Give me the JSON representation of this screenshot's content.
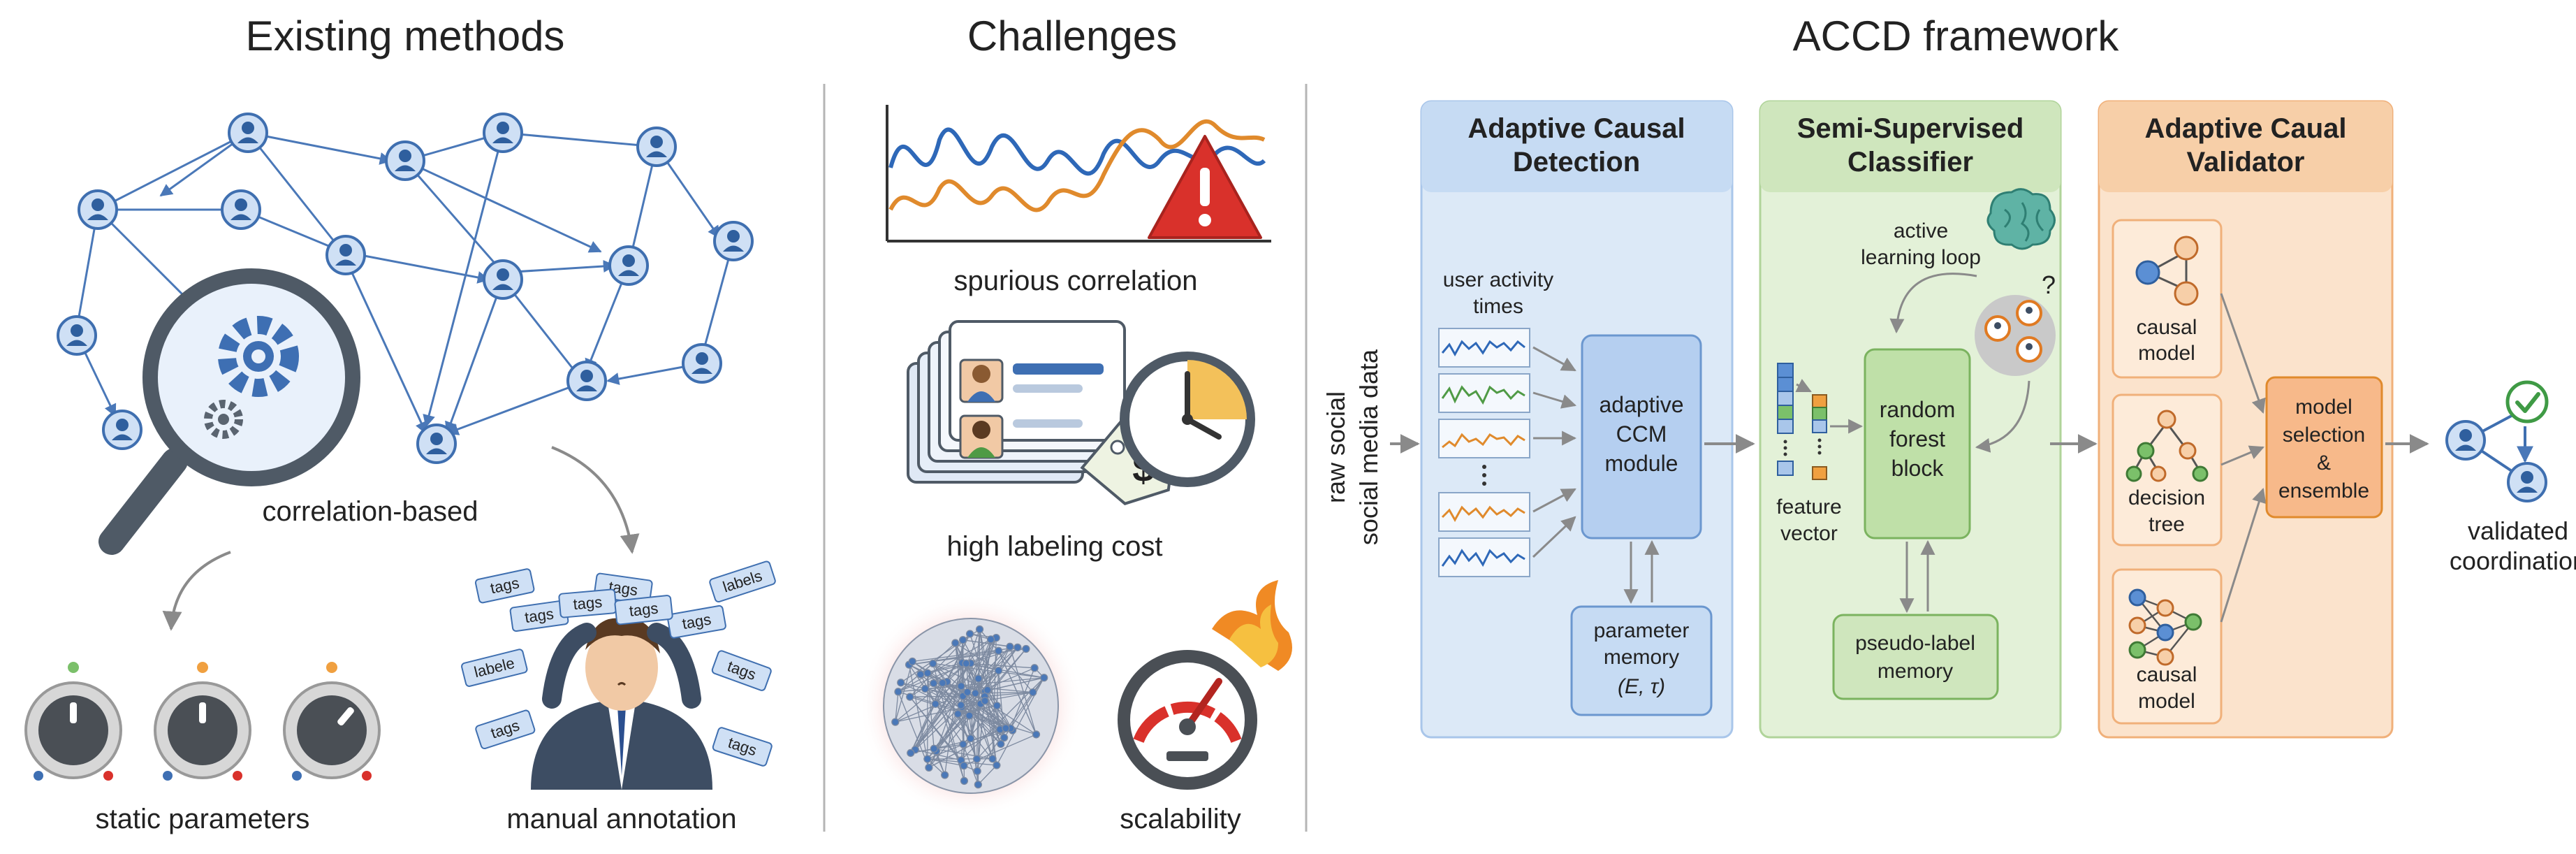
{
  "sections": {
    "existing": {
      "title": "Existing methods",
      "correlation_label": "correlation-based",
      "static_label": "static parameters",
      "manual_label": "manual annotation",
      "tag_words": [
        "tags",
        "tags",
        "tags",
        "tags",
        "tags",
        "labels",
        "tags",
        "tags",
        "labele",
        "tags",
        "tags"
      ]
    },
    "challenges": {
      "title": "Challenges",
      "spurious_label": "spurious correlation",
      "labeling_label": "high labeling cost",
      "scalability_label": "scalability",
      "price_symbol": "$"
    },
    "framework": {
      "title": "ACCD framework",
      "input_label_1": "raw social",
      "input_label_2": "social media data",
      "panel1": {
        "title_1": "Adaptive Causal",
        "title_2": "Detection",
        "activity_1": "user activity",
        "activity_2": "times",
        "ccm_1": "adaptive",
        "ccm_2": "CCM",
        "ccm_3": "module",
        "memory_1": "parameter",
        "memory_2": "memory",
        "memory_3": "(E, τ)"
      },
      "panel2": {
        "title_1": "Semi-Supervised",
        "title_2": "Classifier",
        "loop_1": "active",
        "loop_2": "learning loop",
        "question": "?",
        "feature_1": "feature",
        "feature_2": "vector",
        "rf_1": "random",
        "rf_2": "forest",
        "rf_3": "block",
        "pseudo_1": "pseudo-label",
        "pseudo_2": "memory"
      },
      "panel3": {
        "title_1": "Adaptive Caual",
        "title_2": "Validator",
        "model1_1": "causal",
        "model1_2": "model",
        "model2_1": "decision",
        "model2_2": "tree",
        "model3_1": "causal",
        "model3_2": "model",
        "ens_1": "model",
        "ens_2": "selection",
        "ens_3": "&",
        "ens_4": "ensemble"
      },
      "output_1": "validated",
      "output_2": "coordination"
    }
  },
  "colors": {
    "blue_panel": "#dce9f7",
    "green_panel": "#e3f1d8",
    "orange_panel": "#fbe3cc",
    "node_blue": "#5b8fd4",
    "arrow_gray": "#8a8a8a",
    "warning_red": "#d9312b"
  }
}
